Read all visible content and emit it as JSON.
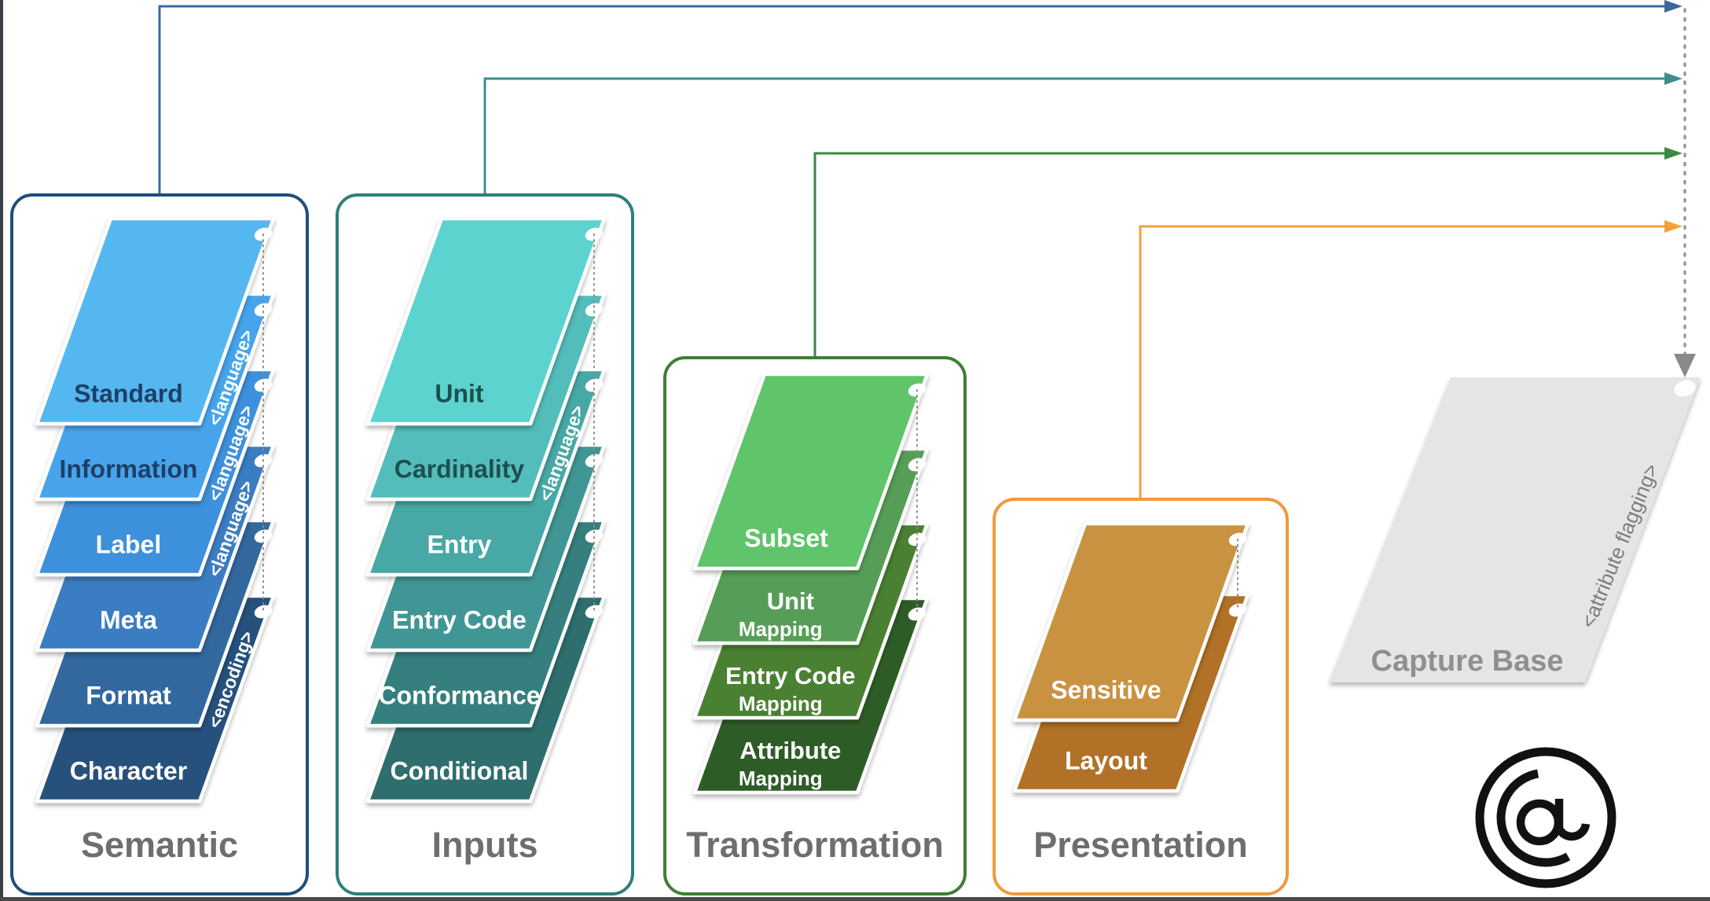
{
  "frame": {
    "background": "#FFFFFF",
    "left_border_color": "#3A3F48",
    "bottom_border_color": "#4A4A4A"
  },
  "flow": {
    "dotted_line_color": "#999999",
    "down_arrow_color": "#8A8A8A",
    "hole_color": "#FFFFFF",
    "stack_string_color": "#8A8A8A"
  },
  "groups": [
    {
      "name": "Semantic",
      "border_color": "#1F4E79",
      "connector_color": "#3B689C",
      "label_color": "#6E6E6E",
      "edge_label_color": "#FFFFFF",
      "cards": [
        {
          "label": "Standard",
          "color": "#55B7F0",
          "text_color": "#1E3F66"
        },
        {
          "label": "Information",
          "color": "#47A4EC",
          "text_color": "#1E3F66",
          "edge_label": "<language>"
        },
        {
          "label": "Label",
          "color": "#3E90DC",
          "text_color": "#FFFFFF",
          "edge_label": "<language>"
        },
        {
          "label": "Meta",
          "color": "#3A7DC2",
          "text_color": "#FFFFFF",
          "edge_label": "<language>"
        },
        {
          "label": "Format",
          "color": "#33679D",
          "text_color": "#FFFFFF"
        },
        {
          "label": "Character",
          "color": "#25517D",
          "text_color": "#FFFFFF",
          "edge_label": "<encoding>"
        }
      ]
    },
    {
      "name": "Inputs",
      "border_color": "#2E7F7B",
      "connector_color": "#3E8D8D",
      "label_color": "#6E6E6E",
      "edge_label_color": "#FFFFFF",
      "cards": [
        {
          "label": "Unit",
          "color": "#5BD3CE",
          "text_color": "#1D4F4F"
        },
        {
          "label": "Cardinality",
          "color": "#52BDBB",
          "text_color": "#1D4F4F"
        },
        {
          "label": "Entry",
          "color": "#47A8A6",
          "text_color": "#FFFFFF",
          "edge_label": "<language>"
        },
        {
          "label": "Entry Code",
          "color": "#3F9694",
          "text_color": "#FFFFFF"
        },
        {
          "label": "Conformance",
          "color": "#357F7E",
          "text_color": "#FFFFFF"
        },
        {
          "label": "Conditional",
          "color": "#2E6E6D",
          "text_color": "#FFFFFF"
        }
      ]
    },
    {
      "name": "Transformation",
      "border_color": "#3E7E35",
      "connector_color": "#3E8740",
      "label_color": "#6E6E6E",
      "edge_label_color": "#FFFFFF",
      "cards": [
        {
          "label": "Subset",
          "color": "#5EC46A",
          "text_color": "#FFFFFF"
        },
        {
          "label": "Unit",
          "sublabel": "Mapping",
          "color": "#579E58",
          "text_color": "#FFFFFF"
        },
        {
          "label": "Entry Code",
          "sublabel": "Mapping",
          "color": "#488030",
          "text_color": "#FFFFFF"
        },
        {
          "label": "Attribute",
          "sublabel": "Mapping",
          "color": "#2F5C26",
          "text_color": "#FFFFFF"
        }
      ]
    },
    {
      "name": "Presentation",
      "border_color": "#F0993C",
      "connector_color": "#F5A03C",
      "label_color": "#6E6E6E",
      "edge_label_color": "#FFFFFF",
      "cards": [
        {
          "label": "Sensitive",
          "color": "#C9923F",
          "text_color": "#FFFFFF"
        },
        {
          "label": "Layout",
          "color": "#B17128",
          "text_color": "#FFFFFF"
        }
      ]
    }
  ],
  "capture_base": {
    "label": "Capture Base",
    "edge_label": "<attribute flagging>",
    "fill": "#E5E5E5",
    "label_color": "#8F8F8F",
    "edge_label_color": "#7D7D7D"
  },
  "logo": {
    "name": "concentric-a-logo",
    "color": "#111111"
  }
}
